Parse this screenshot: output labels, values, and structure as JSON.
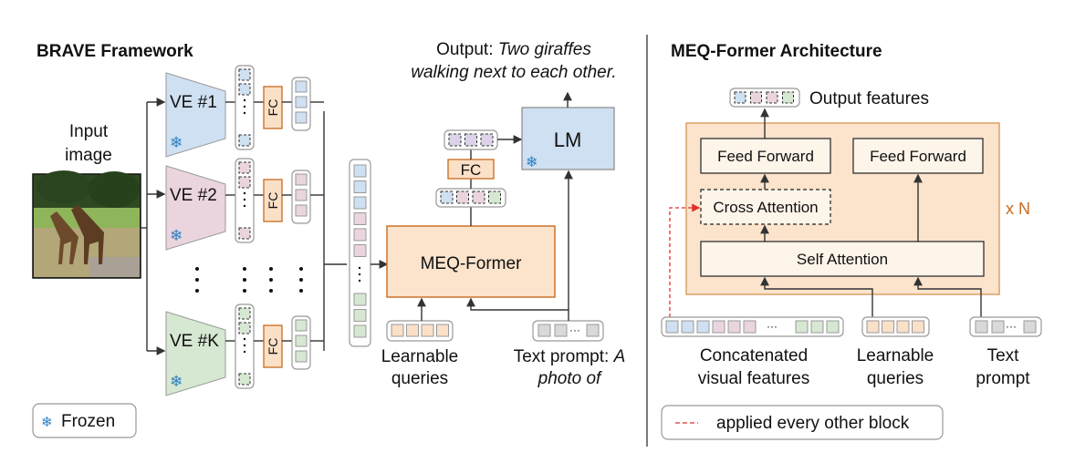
{
  "left_panel": {
    "title": "BRAVE Framework",
    "input_label_line1": "Input",
    "input_label_line2": "image",
    "encoders": [
      {
        "label": "VE #1",
        "color": "#cfe0f2",
        "frozen": true
      },
      {
        "label": "VE #2",
        "color": "#ead5df",
        "frozen": true
      },
      {
        "label": "VE #K",
        "color": "#d6e8d2",
        "frozen": true
      }
    ],
    "fc_label": "FC",
    "ellipsis": "⋮",
    "meq_former_label": "MEQ-Former",
    "lm_label": "LM",
    "output_prefix": "Output: ",
    "output_text_line1": "Two giraffes",
    "output_text_line2": "walking next to each other.",
    "learnable_queries_line1": "Learnable",
    "learnable_queries_line2": "queries",
    "text_prompt_prefix": "Text prompt: ",
    "text_prompt_italic1": "A",
    "text_prompt_italic2": "photo of",
    "legend_frozen": "Frozen",
    "snowflake": "❄"
  },
  "right_panel": {
    "title": "MEQ-Former Architecture",
    "output_features": "Output features",
    "feed_forward_left": "Feed Forward",
    "feed_forward_right": "Feed Forward",
    "cross_attention": "Cross Attention",
    "self_attention": "Self Attention",
    "repeat_label": "x N",
    "concat_line1": "Concatenated",
    "concat_line2": "visual features",
    "queries_line1": "Learnable",
    "queries_line2": "queries",
    "text_line1": "Text",
    "text_line2": "prompt",
    "legend_dashed": "applied every other block",
    "dots": "···"
  },
  "colors": {
    "blue": "#cfe0f2",
    "pink": "#ead5df",
    "green": "#d6e8d2",
    "orange": "#fbe0c8",
    "orange_stroke": "#c76b1d",
    "gray": "#d9d9d9",
    "snowflake": "#2f7fc1",
    "red_dashed": "#e0302a"
  }
}
